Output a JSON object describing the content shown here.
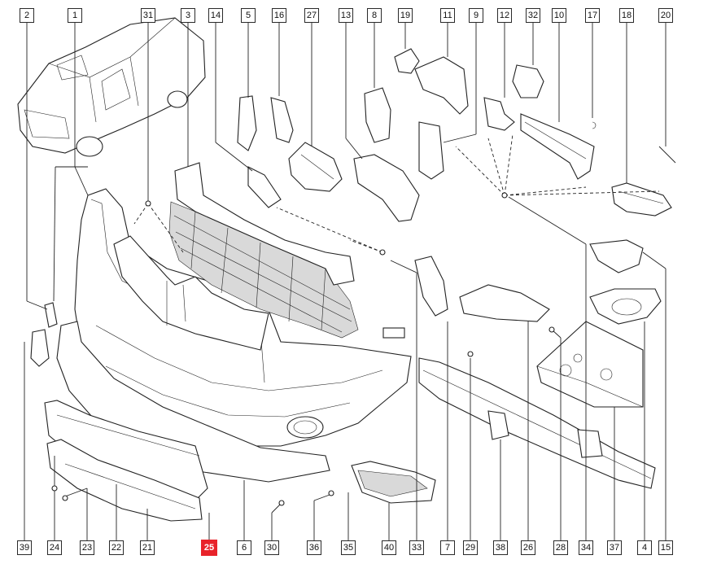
{
  "callouts_top": [
    {
      "key": "c2",
      "label": "2"
    },
    {
      "key": "c1",
      "label": "1"
    },
    {
      "key": "c31",
      "label": "31"
    },
    {
      "key": "c3",
      "label": "3"
    },
    {
      "key": "c14",
      "label": "14"
    },
    {
      "key": "c5",
      "label": "5"
    },
    {
      "key": "c16",
      "label": "16"
    },
    {
      "key": "c27",
      "label": "27"
    },
    {
      "key": "c13",
      "label": "13"
    },
    {
      "key": "c8",
      "label": "8"
    },
    {
      "key": "c19",
      "label": "19"
    },
    {
      "key": "c11",
      "label": "11"
    },
    {
      "key": "c9",
      "label": "9"
    },
    {
      "key": "c12",
      "label": "12"
    },
    {
      "key": "c32",
      "label": "32"
    },
    {
      "key": "c10",
      "label": "10"
    },
    {
      "key": "c17",
      "label": "17"
    },
    {
      "key": "c18",
      "label": "18"
    },
    {
      "key": "c20",
      "label": "20"
    }
  ],
  "callouts_bottom": [
    {
      "key": "c39",
      "label": "39"
    },
    {
      "key": "c24",
      "label": "24"
    },
    {
      "key": "c23",
      "label": "23"
    },
    {
      "key": "c22",
      "label": "22"
    },
    {
      "key": "c21",
      "label": "21"
    },
    {
      "key": "c25",
      "label": "25",
      "highlight": true
    },
    {
      "key": "c6",
      "label": "6"
    },
    {
      "key": "c30",
      "label": "30"
    },
    {
      "key": "c36",
      "label": "36"
    },
    {
      "key": "c35",
      "label": "35"
    },
    {
      "key": "c40",
      "label": "40"
    },
    {
      "key": "c33",
      "label": "33"
    },
    {
      "key": "c7",
      "label": "7"
    },
    {
      "key": "c29",
      "label": "29"
    },
    {
      "key": "c38",
      "label": "38"
    },
    {
      "key": "c26",
      "label": "26"
    },
    {
      "key": "c28",
      "label": "28"
    },
    {
      "key": "c34",
      "label": "34"
    },
    {
      "key": "c37",
      "label": "37"
    },
    {
      "key": "c4",
      "label": "4"
    },
    {
      "key": "c15",
      "label": "15"
    }
  ],
  "highlight_color": "#e8232a"
}
